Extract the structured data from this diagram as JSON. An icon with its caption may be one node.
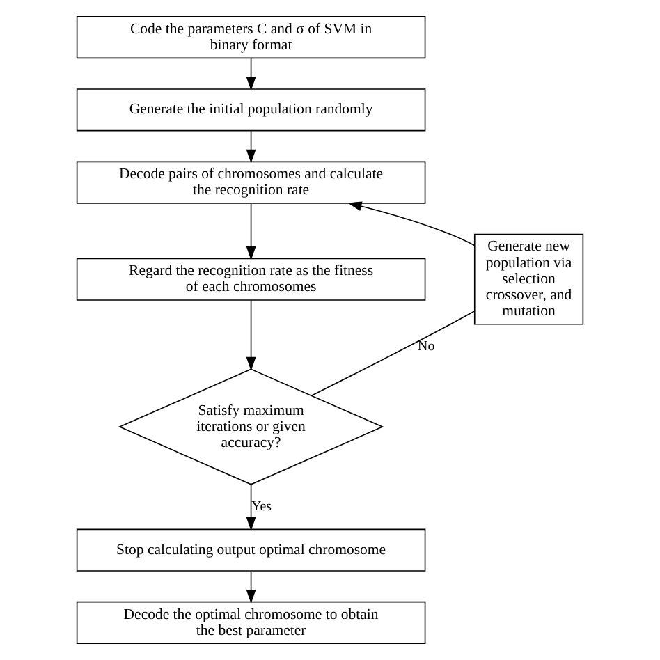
{
  "diagram": {
    "nodes": [
      {
        "text": [
          "Code the parameters C and σ of SVM in binary format"
        ]
      },
      {
        "text": [
          "Generate the initial population randomly"
        ]
      },
      {
        "text": [
          "Decode pairs of chromosomes and calculate the recognition rate"
        ]
      },
      {
        "text": [
          "Regard the recognition rate as the fitness of each chromosomes"
        ]
      },
      {
        "text": [
          "Satisfy maximum iterations or given accuracy?"
        ]
      },
      {
        "text": [
          "Generate new population via selection crossover, and mutation"
        ]
      },
      {
        "text": [
          "Stop calculating output optimal chromosome"
        ]
      },
      {
        "text": [
          "Decode the optimal chromosome to obtain the best parameter"
        ]
      }
    ],
    "edges": [
      {
        "from": 0,
        "to": 1,
        "arrow": "to"
      },
      {
        "from": 1,
        "to": 2,
        "arrow": "to"
      },
      {
        "from": 2,
        "to": 3,
        "arrow": "to"
      },
      {
        "from": 3,
        "to": 4,
        "arrow": "to"
      },
      {
        "from": 4,
        "to": 6,
        "arrow": "to",
        "label": "Yes"
      },
      {
        "from": 4,
        "to": 5,
        "arrow": "none",
        "label": "No"
      },
      {
        "from": 5,
        "to": 2,
        "arrow": "to"
      },
      {
        "from": 6,
        "to": 7,
        "arrow": "to"
      }
    ]
  }
}
